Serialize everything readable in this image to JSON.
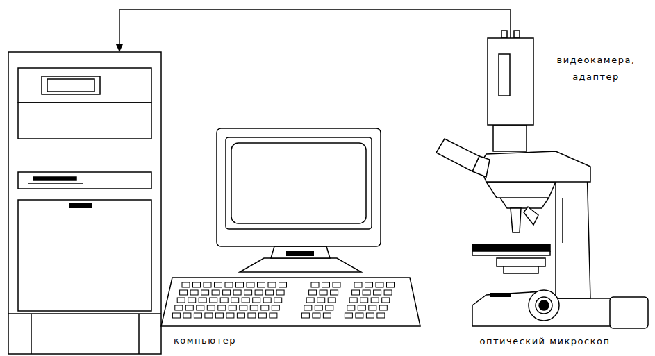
{
  "diagram": {
    "nodes": [
      {
        "text": [
          "компьютер"
        ]
      },
      {
        "text": [
          "видеокамера, адаптер"
        ]
      }
    ],
    "edges": [
      {
        "from": 1,
        "to": 0,
        "arrow": "to"
      }
    ],
    "labels": [
      "оптический микроскоп"
    ]
  }
}
